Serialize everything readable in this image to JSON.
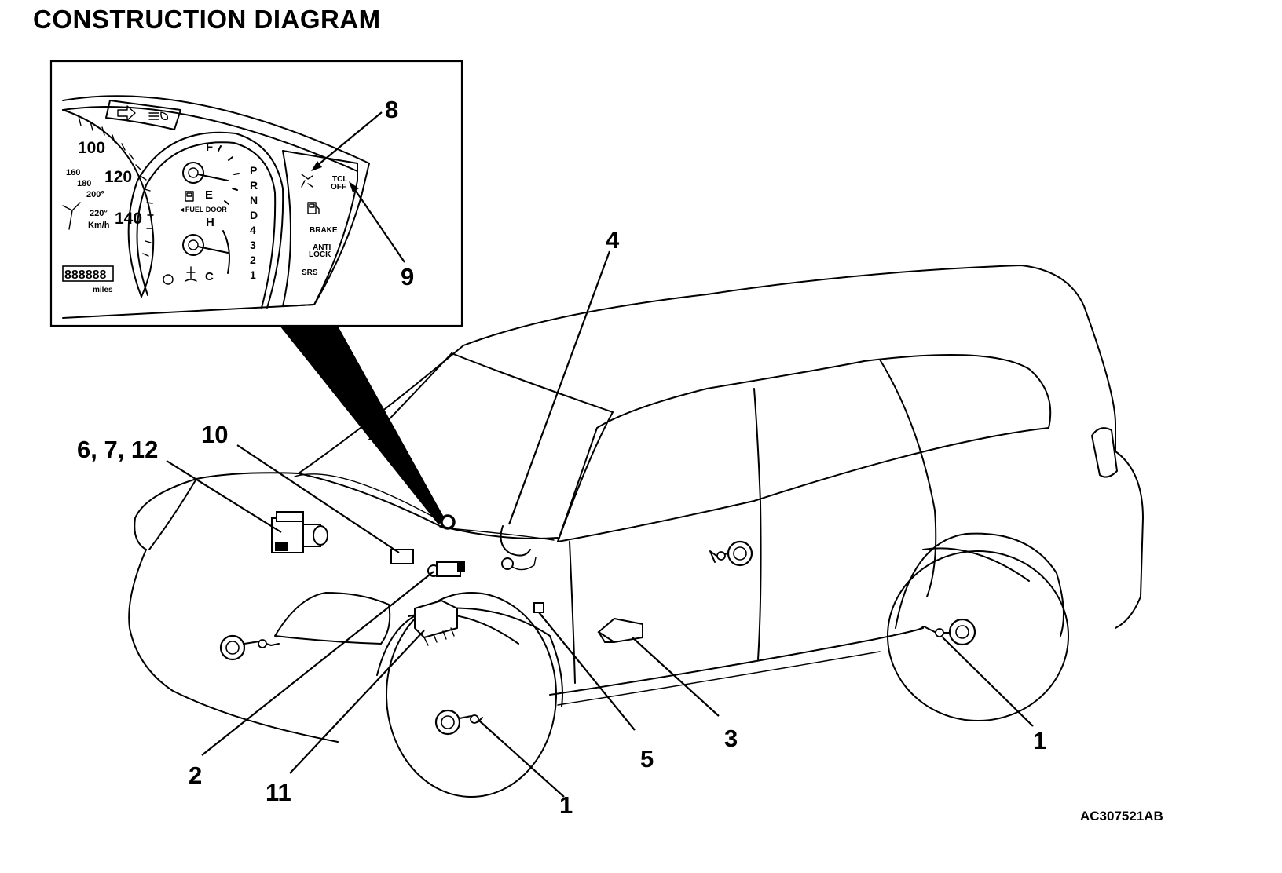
{
  "title": "CONSTRUCTION DIAGRAM",
  "reference_code": "AC307521AB",
  "callouts": {
    "c1_front": "1",
    "c1_rear": "1",
    "c2": "2",
    "c3": "3",
    "c4": "4",
    "c5": "5",
    "c6_7_12": "6, 7, 12",
    "c8": "8",
    "c9": "9",
    "c10": "10",
    "c11": "11"
  },
  "cluster": {
    "speed_100": "100",
    "speed_120": "120",
    "speed_140": "140",
    "kmh_160": "160",
    "kmh_180": "180",
    "kmh_200": "200°",
    "kmh_220": "220°",
    "kmh_unit": "Km/h",
    "odometer": "888888",
    "miles": "miles",
    "fuel_f": "F",
    "fuel_e": "E",
    "temp_h": "H",
    "temp_c": "C",
    "fuel_door": "◄FUEL DOOR",
    "gears": [
      "P",
      "R",
      "N",
      "D",
      "4",
      "3",
      "2",
      "1"
    ],
    "tcl_line1": "TCL",
    "tcl_line2": "OFF",
    "brake": "BRAKE",
    "anti_line1": "ANTI",
    "anti_line2": "LOCK",
    "srs": "SRS"
  }
}
